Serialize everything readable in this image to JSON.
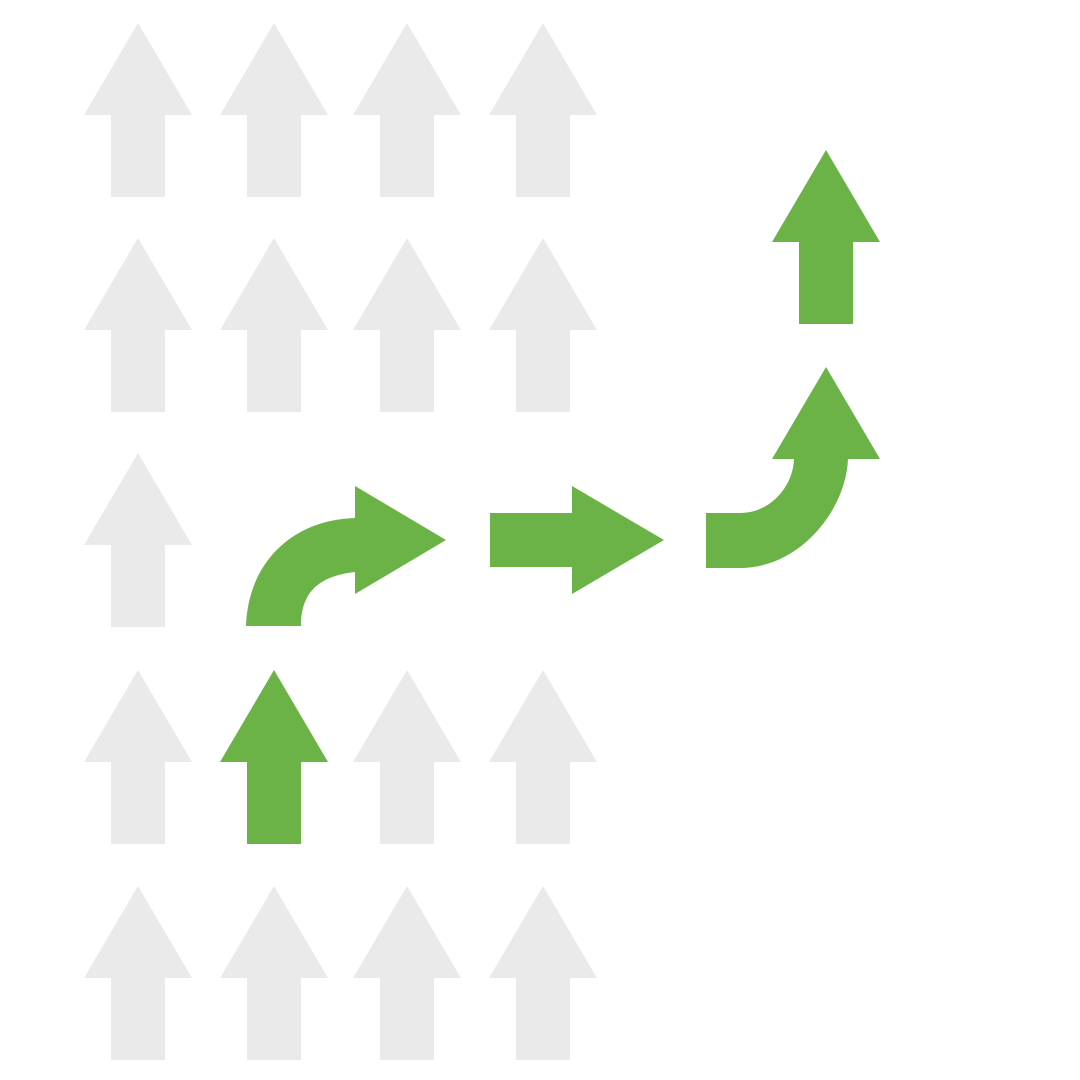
{
  "colors": {
    "background": "#ffffff",
    "inactive": "#eaeaea",
    "active": "#6bb347"
  },
  "grid": {
    "rows": 5,
    "columns": 4,
    "missing_cells": [
      {
        "row": 3,
        "column": 2
      },
      {
        "row": 3,
        "column": 3
      },
      {
        "row": 3,
        "column": 4
      }
    ],
    "highlighted_cells": [
      {
        "row": 4,
        "column": 2
      }
    ]
  },
  "path": {
    "description_icons": [
      "up-arrow-icon",
      "curved-right-arrow-icon",
      "straight-right-arrow-icon",
      "curved-up-arrow-icon",
      "up-arrow-icon"
    ]
  }
}
